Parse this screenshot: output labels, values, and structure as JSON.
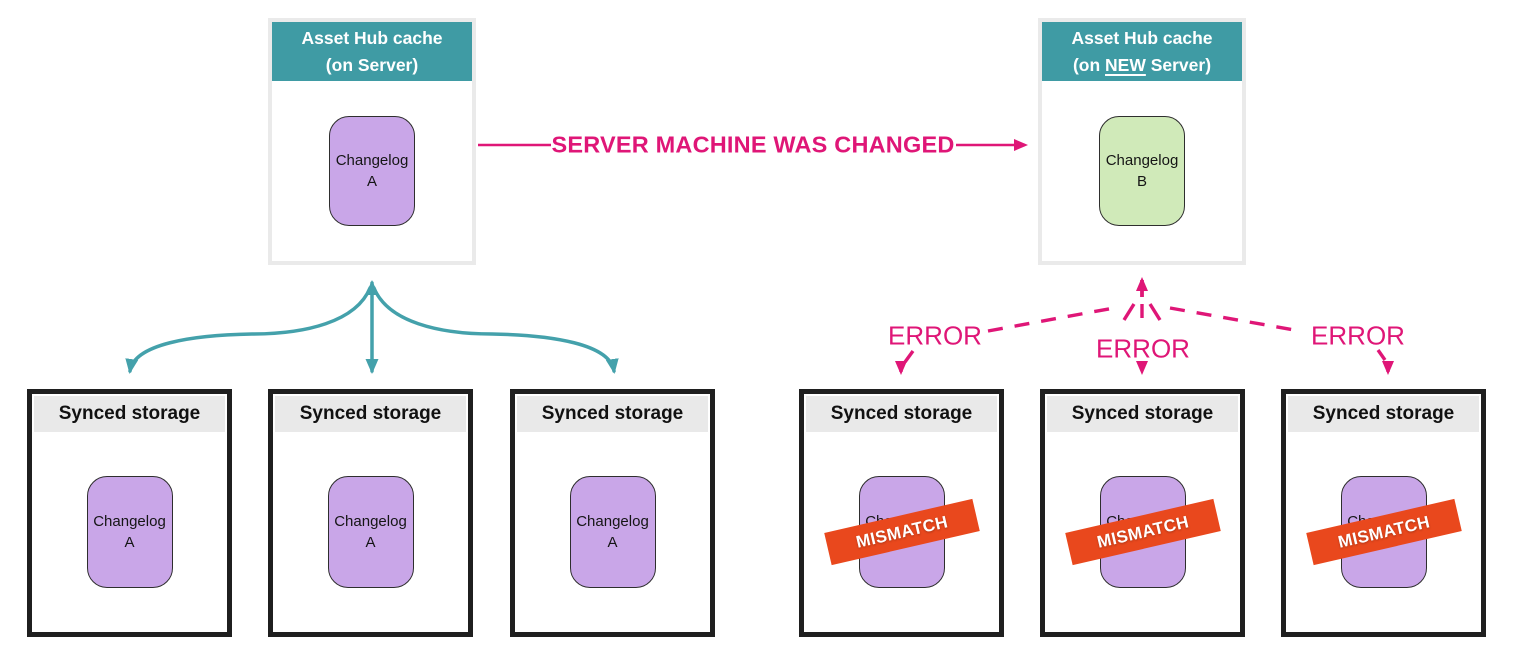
{
  "colors": {
    "teal_header": "#3f9ba4",
    "teal_arrow": "#44a1ab",
    "pink": "#df1677",
    "purple_chip": "#c9a6e8",
    "green_chip": "#d0eab9",
    "orange_banner": "#e9481d",
    "storage_header_bg": "#e9e9e9",
    "storage_border": "#1f1f1f",
    "hub_frame": "#eaeaea"
  },
  "hub_left": {
    "title_line1": "Asset Hub cache",
    "title_line2": "(on Server)",
    "chip_line1": "Changelog",
    "chip_line2": "A"
  },
  "hub_right": {
    "title_line1": "Asset Hub cache",
    "title_line2_pre": "(on ",
    "title_line2_em": "NEW",
    "title_line2_post": " Server)",
    "chip_line1": "Changelog",
    "chip_line2": "B"
  },
  "transition_label": "SERVER MACHINE WAS CHANGED",
  "error_label": "ERROR",
  "mismatch_label": "MISMATCH",
  "storage": {
    "header": "Synced storage",
    "chip_line1": "Changelog",
    "chip_line2": "A"
  }
}
